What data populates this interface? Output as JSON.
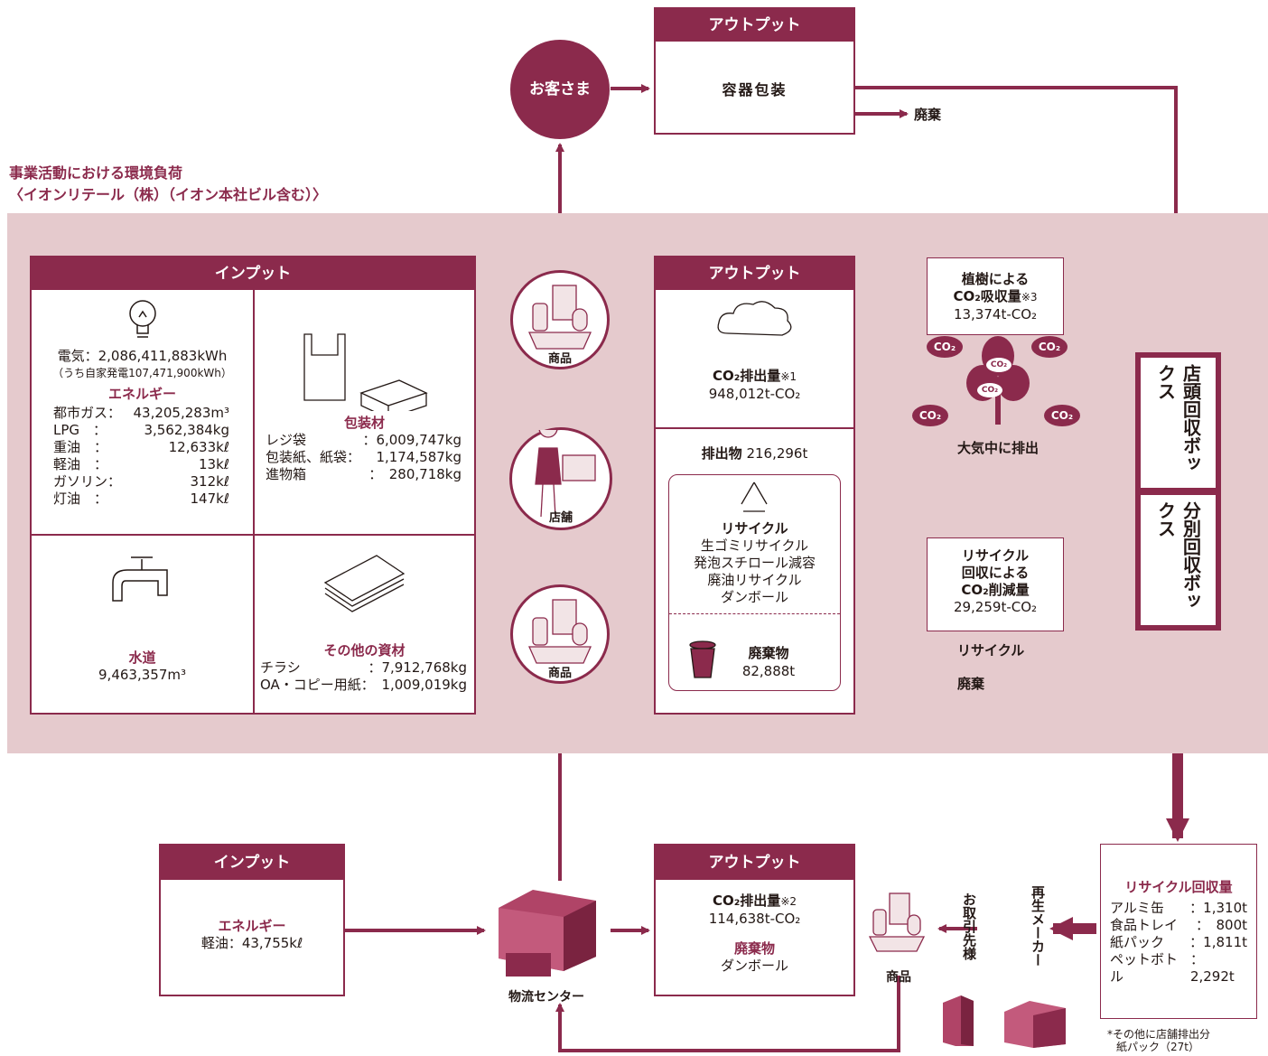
{
  "title": {
    "line1": "事業活動における環境負荷",
    "line2": "〈イオンリテール（株）（イオン本社ビル含む）〉"
  },
  "top": {
    "customer": "お客さま",
    "output_header": "アウトプット",
    "output_item": "容器包装",
    "waste": "廃棄"
  },
  "input": {
    "header": "インプット",
    "electricity": "電気：2,086,411,883kWh",
    "self_gen": "（うち自家発電107,471,900kWh）",
    "energy_title": "エネルギー",
    "energy": [
      {
        "name": "都市ガス：",
        "value": "43,205,283m³"
      },
      {
        "name": "LPG　：",
        "value": "3,562,384kg"
      },
      {
        "name": "重油　：",
        "value": "12,633kℓ"
      },
      {
        "name": "軽油　：",
        "value": "13kℓ"
      },
      {
        "name": "ガソリン：",
        "value": "312kℓ"
      },
      {
        "name": "灯油　：",
        "value": "147kℓ"
      }
    ],
    "packaging_title": "包装材",
    "packaging": [
      {
        "name": "レジ袋",
        "value": "：6,009,747kg"
      },
      {
        "name": "包装紙、紙袋：",
        "value": "1,174,587kg"
      },
      {
        "name": "進物箱",
        "value": "：　280,718kg"
      }
    ],
    "water_title": "水道",
    "water_value": "9,463,357m³",
    "other_title": "その他の資材",
    "other": [
      {
        "name": "チラシ",
        "value": "：7,912,768kg"
      },
      {
        "name": "OA・コピー用紙：",
        "value": "1,009,019kg"
      }
    ]
  },
  "center": {
    "goods": "商品",
    "store": "店舗"
  },
  "output": {
    "header": "アウトプット",
    "co2_label": "CO₂排出量",
    "co2_note": "※1",
    "co2_value": "948,012t-CO₂",
    "emission_label": "排出物",
    "emission_value": "216,296t",
    "recycle_title": "リサイクル",
    "recycle_items": [
      "生ゴミリサイクル",
      "発泡スチロール減容",
      "廃油リサイクル",
      "ダンボール"
    ],
    "waste_label": "廃棄物",
    "waste_value": "82,888t"
  },
  "arrows": {
    "atmosphere": "大気中に排出",
    "recycle": "リサイクル",
    "waste": "廃棄"
  },
  "tree": {
    "title1": "植樹による",
    "title2": "CO₂吸収量",
    "note": "※3",
    "value": "13,374t-CO₂",
    "co2": "CO₂"
  },
  "recycle_reduction": {
    "line1": "リサイクル",
    "line2": "回収による",
    "line3": "CO₂削減量",
    "value": "29,259t-CO₂"
  },
  "right_boxes": {
    "top": "店頭回収ボックス",
    "bottom": "分別回収ボックス"
  },
  "logistics": {
    "input_header": "インプット",
    "energy_title": "エネルギー",
    "energy_value": "軽油：43,755kℓ",
    "center_label": "物流センター",
    "output_header": "アウトプット",
    "co2_label": "CO₂排出量",
    "co2_note": "※2",
    "co2_value": "114,638t-CO₂",
    "waste_title": "廃棄物",
    "waste_value": "ダンボール",
    "goods": "商品",
    "partner": "お取引先様",
    "maker": "再生メーカー"
  },
  "recycle_collection": {
    "title": "リサイクル回収量",
    "items": [
      {
        "name": "アルミ缶",
        "value": "：1,310t"
      },
      {
        "name": "食品トレイ",
        "value": "：　800t"
      },
      {
        "name": "紙パック",
        "value": "：1,811t"
      },
      {
        "name": "ペットボトル",
        "value": "：2,292t"
      }
    ],
    "note1": "*その他に店舗排出分",
    "note2": "紙パック（27t）"
  },
  "colors": {
    "accent": "#8b2a4c",
    "band": "#e5cacd"
  }
}
